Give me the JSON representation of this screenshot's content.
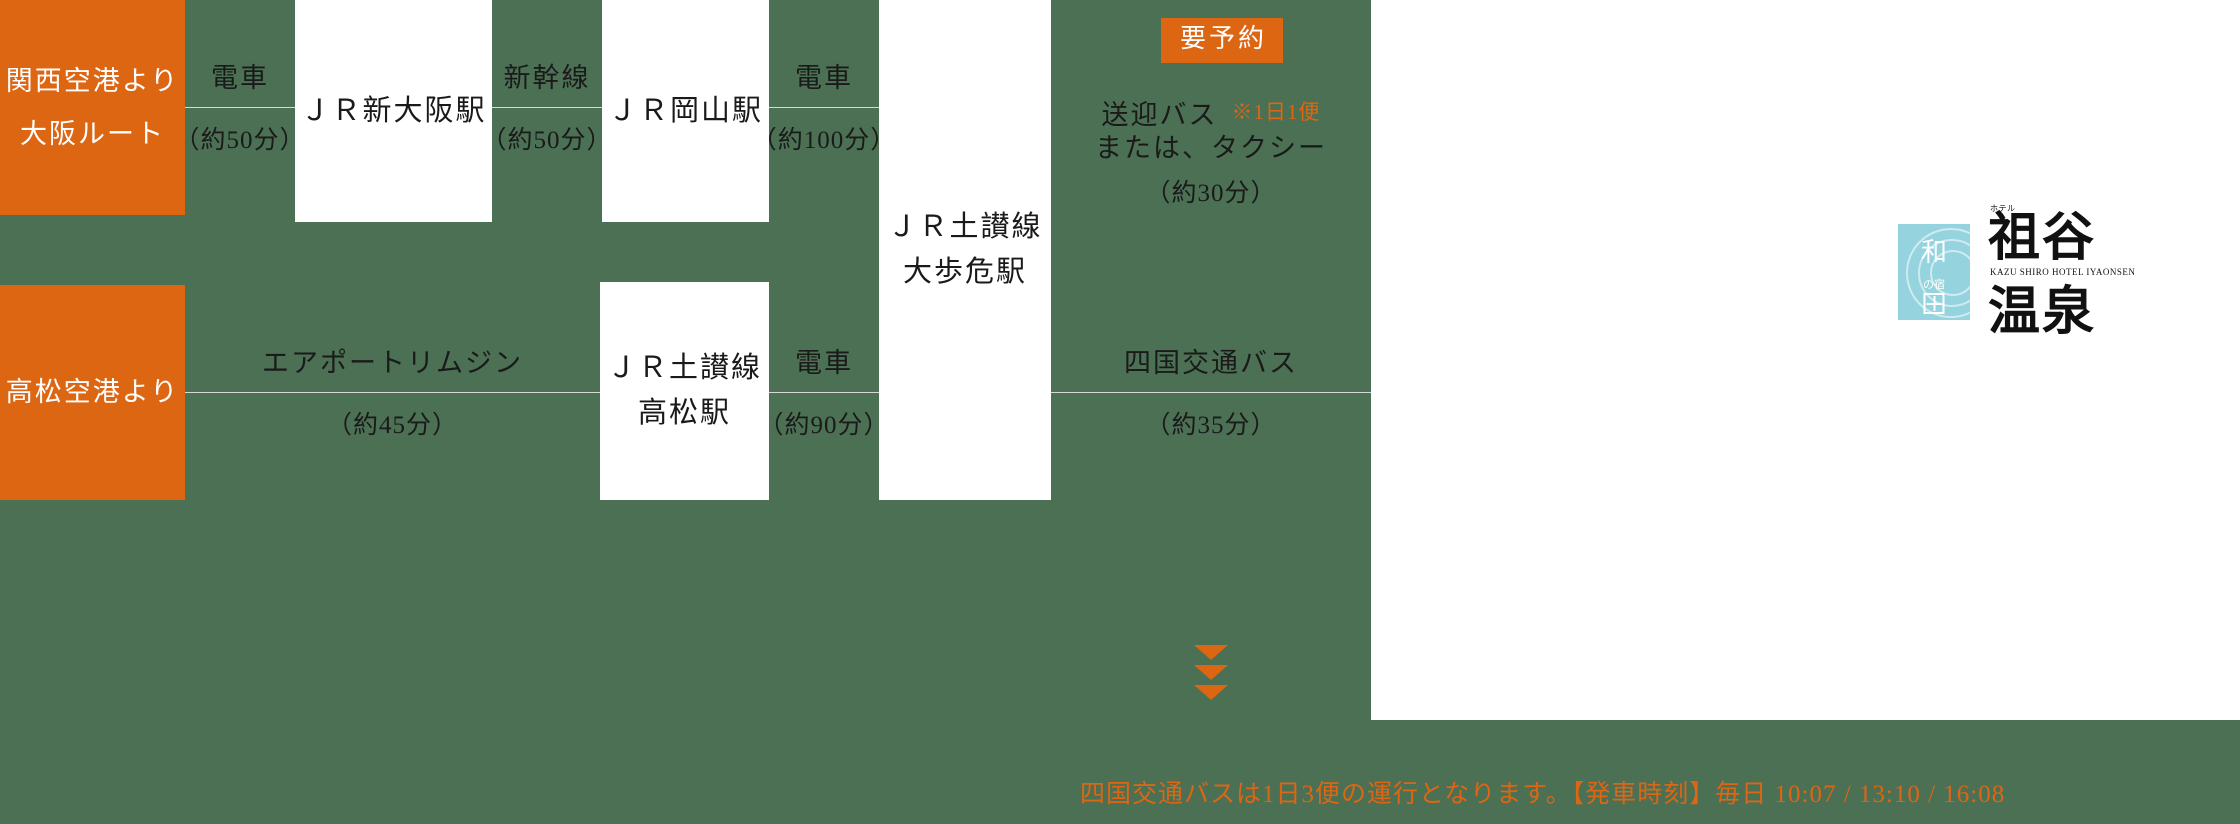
{
  "colors": {
    "background_green": "#4b7054",
    "accent_orange": "#dd6613",
    "card_white": "#ffffff",
    "text_dark": "#1a1a1a",
    "divider": "#d8d8d8",
    "logo_teal": "#95d3de"
  },
  "routes": {
    "kansai": {
      "origin_line1": "関西空港より",
      "origin_line2": "大阪ルート"
    },
    "takamatsu": {
      "origin_line1": "高松空港より",
      "origin_line2": ""
    }
  },
  "stations": {
    "shin_osaka": "ＪＲ新大阪駅",
    "okayama": "ＪＲ岡山駅",
    "takamatsu_l1": "ＪＲ土讃線",
    "takamatsu_l2": "高松駅",
    "oboke_l1": "ＪＲ土讃線",
    "oboke_l2": "大歩危駅"
  },
  "segments": {
    "kansai_to_shinosaka": {
      "mode": "電車",
      "duration": "（約50分）"
    },
    "shinosaka_to_okayama": {
      "mode": "新幹線",
      "duration": "（約50分）"
    },
    "okayama_to_oboke": {
      "mode": "電車",
      "duration": "（約100分）"
    },
    "takamatsu_airport_to_station": {
      "mode": "エアポートリムジン",
      "duration": "（約45分）"
    },
    "takamatsu_to_oboke": {
      "mode": "電車",
      "duration": "（約90分）"
    },
    "oboke_to_hotel_top": {
      "badge": "要予約",
      "mode": "送迎バス",
      "note": "※1日1便",
      "alt_line": "または、タクシー",
      "alt_duration": "（約30分）"
    },
    "oboke_to_hotel_bottom": {
      "mode": "四国交通バス",
      "duration": "（約35分）"
    }
  },
  "caption": "四国交通バスは1日3便の運行となります。【発車時刻】毎日 10:07 / 13:10 / 16:08",
  "logo": {
    "mark_kanji": "和",
    "mark_sub": "の宿",
    "romaji": "KAZU SHIRO HOTEL IYAONSEN",
    "name_line1": "祖谷",
    "name_line2": "温泉",
    "ruby": "ホテル"
  }
}
